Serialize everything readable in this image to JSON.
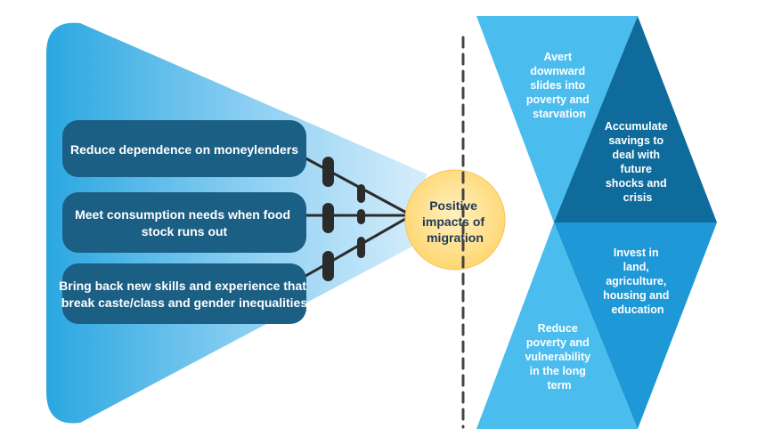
{
  "center": {
    "label": [
      "Positive",
      "impacts of",
      "migration"
    ]
  },
  "causes": [
    {
      "lines": [
        "Reduce dependence on moneylenders"
      ]
    },
    {
      "lines": [
        "Meet consumption needs when food",
        "stock runs out"
      ]
    },
    {
      "lines": [
        "Bring back new skills and experience that",
        "break caste/class and gender inequalities"
      ]
    }
  ],
  "outcomes": [
    {
      "lines": [
        "Avert",
        "downward",
        "slides into",
        "poverty and",
        "starvation"
      ]
    },
    {
      "lines": [
        "Accumulate",
        "savings to",
        "deal with",
        "future",
        "shocks and",
        "crisis"
      ]
    },
    {
      "lines": [
        "Invest in",
        "land,",
        "agriculture,",
        "housing and",
        "education"
      ]
    },
    {
      "lines": [
        "Reduce",
        "poverty and",
        "vulnerability",
        "in the long",
        "term"
      ]
    }
  ],
  "colors": {
    "cone_light": "#d7eefb",
    "cone_dark": "#2aa7e0",
    "cause_box": "#1b5f85",
    "connector": "#2b2b2b",
    "center_fill": "#ffd97a",
    "center_edge": "#f3c75b",
    "outcome_light": "#4bbcee",
    "outcome_mid": "#1e98d6",
    "outcome_dark": "#0e6b9c",
    "divider": "#444444"
  }
}
